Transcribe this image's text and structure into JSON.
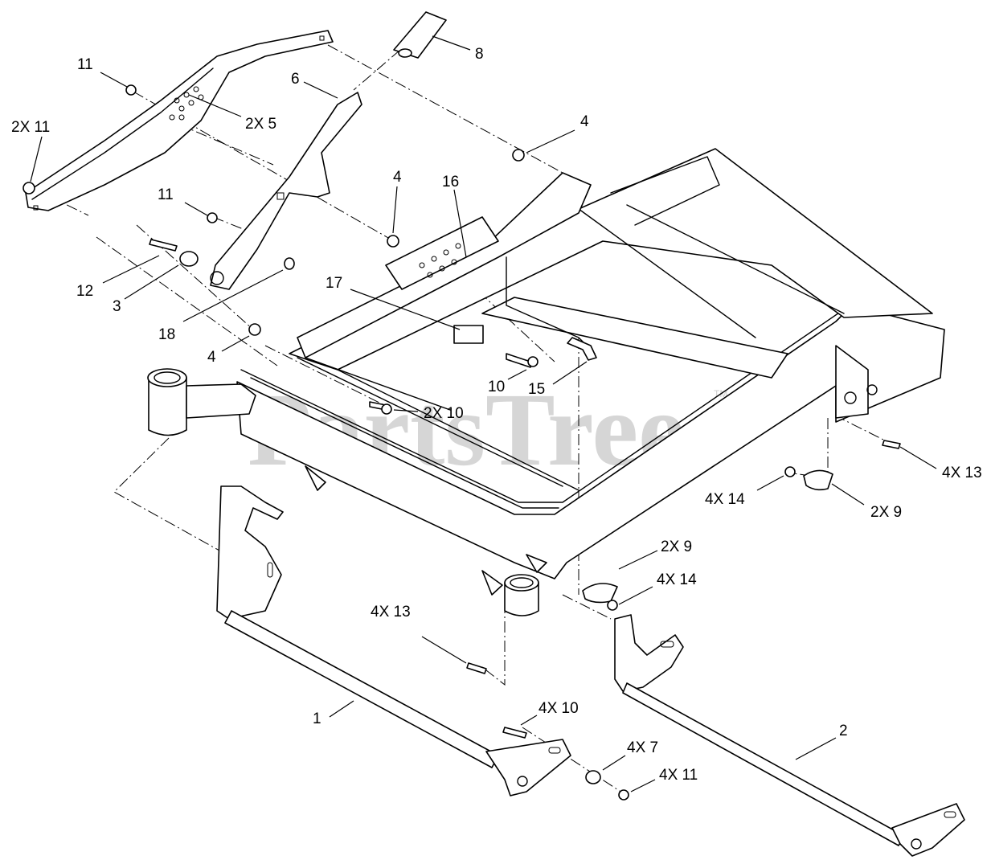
{
  "watermark": {
    "text": "PartsTree",
    "trademark": "TM"
  },
  "callouts": {
    "c1": "1",
    "c2": "2",
    "c3": "3",
    "c4a": "4",
    "c4b": "4",
    "c4c": "4",
    "c5": "2X 5",
    "c6": "6",
    "c8": "8",
    "c9a": "2X 9",
    "c9b": "2X 9",
    "c7": "4X 7",
    "c10a": "10",
    "c10b": "2X 10",
    "c10c": "4X 10",
    "c11a": "11",
    "c11b": "2X 11",
    "c11c": "11",
    "c11d": "4X 11",
    "c12": "12",
    "c13a": "4X 13",
    "c13b": "4X 13",
    "c14a": "4X 14",
    "c14b": "4X 14",
    "c15": "15",
    "c16": "16",
    "c17": "17",
    "c18": "18"
  }
}
